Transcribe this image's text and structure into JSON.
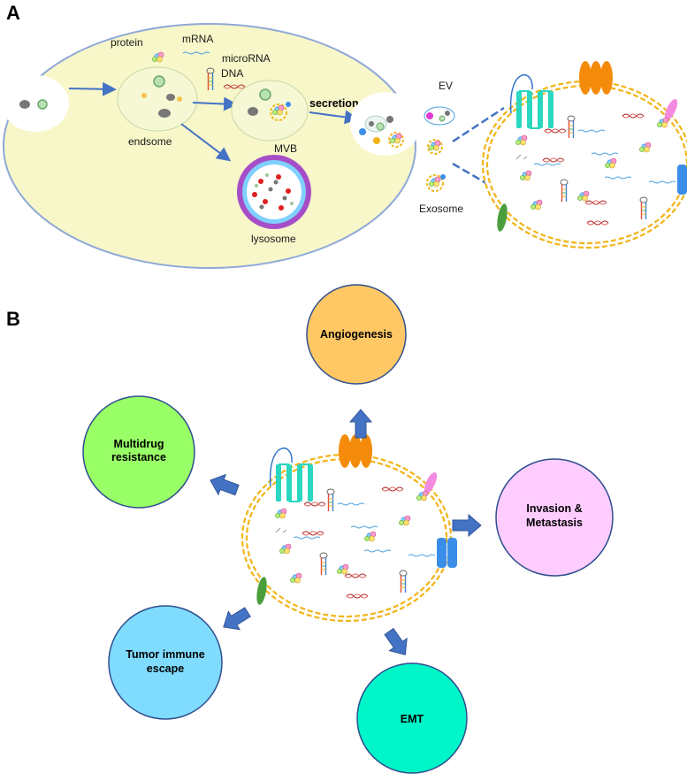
{
  "panels": {
    "a": "A",
    "b": "B"
  },
  "panel_a": {
    "protein": "protein",
    "mrna": "mRNA",
    "microrna": "microRNA",
    "dna": "DNA",
    "endosome": "endsome",
    "mvb": "MVB",
    "secretion": "secretion",
    "lysosome": "lysosome",
    "ev": "EV",
    "exosome": "Exosome"
  },
  "panel_b": {
    "angiogenesis": "Angiogenesis",
    "multidrug_1": "Multidrug",
    "multidrug_2": "resistance",
    "invasion_1": "Invasion &",
    "invasion_2": "Metastasis",
    "tumor_1": "Tumor immune",
    "tumor_2": "escape",
    "emt": "EMT"
  },
  "colors": {
    "cell_fill": "#f7f7c9",
    "cell_border": "#8fa8d8",
    "arrow": "#4472c4",
    "membrane": "#f2b418",
    "angiogenesis": "#ffc864",
    "multidrug": "#99ff66",
    "invasion": "#ffccff",
    "tumor_escape": "#80dcff",
    "emt": "#00f5c8",
    "circle_border": "#2f4f8f"
  }
}
